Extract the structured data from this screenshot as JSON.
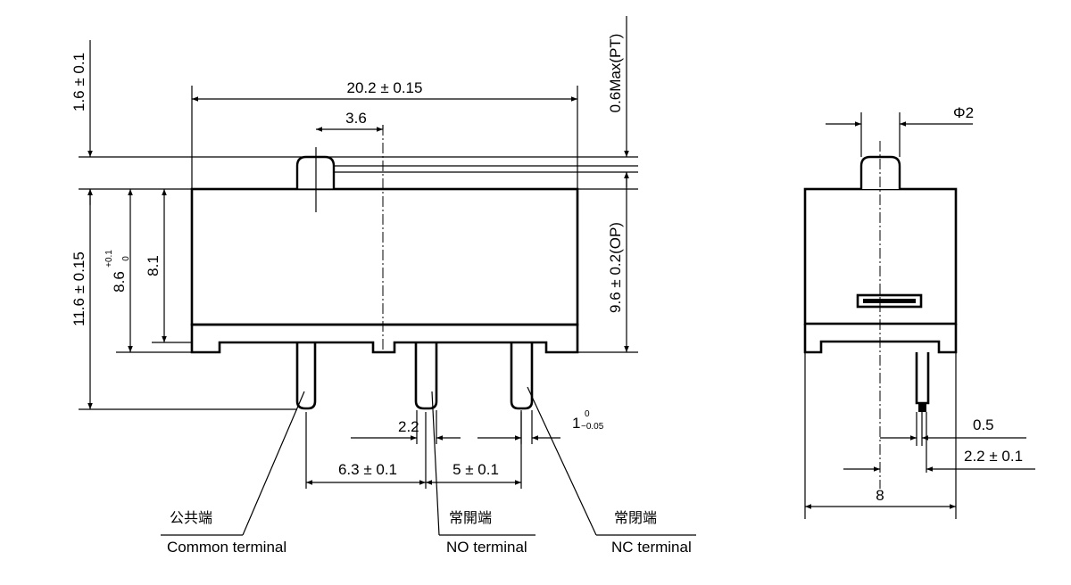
{
  "dimensions": {
    "length": "20.2 ± 0.15",
    "plunger_offset": "3.6",
    "plunger_protrusion": "1.6 ± 0.1",
    "total_height": "11.6 ± 0.15",
    "body_height_main": "8.6",
    "body_height_tol_upper": "+0.1",
    "body_height_tol_lower": "0",
    "body_height_inner": "8.1",
    "pretravel": "0.6Max(PT)",
    "operating_position": "9.6 ± 0.2(OP)",
    "terminal_pitch_1": "6.3 ± 0.1",
    "terminal_pitch_2": "5 ± 0.1",
    "terminal_width": "2.2",
    "terminal_thickness_main": "1",
    "terminal_thickness_tol_upper": "0",
    "terminal_thickness_tol_lower": "−0.05",
    "plunger_diameter": "Φ2",
    "side_width": "8",
    "side_terminal_thickness": "0.5",
    "side_terminal_offset": "2.2 ± 0.1"
  },
  "labels": {
    "common_jp": "公共端",
    "common_en": "Common terminal",
    "no_jp": "常開端",
    "no_en": "NO terminal",
    "nc_jp": "常閉端",
    "nc_en": "NC terminal"
  }
}
